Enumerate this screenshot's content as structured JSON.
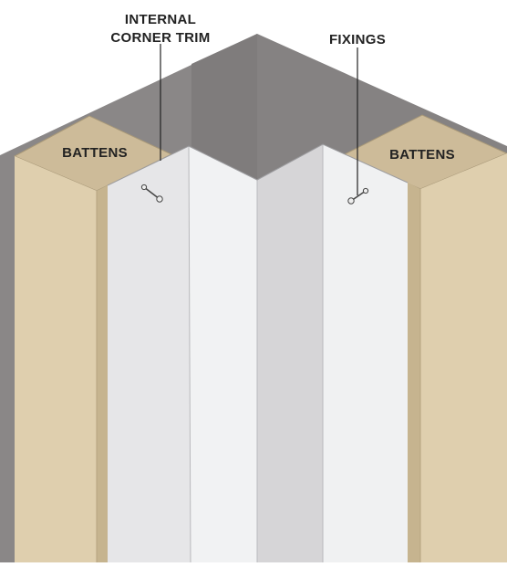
{
  "labels": {
    "internal_corner_trim_line1": "INTERNAL",
    "internal_corner_trim_line2": "CORNER TRIM",
    "fixings": "FIXINGS",
    "battens_left": "BATTENS",
    "battens_right": "BATTENS"
  },
  "colors": {
    "wall_dark": "#8a8787",
    "wall_shadow": "#7d7a7a",
    "batten_top": "#cdbb99",
    "batten_face": "#dfcfae",
    "batten_side": "#c6b48f",
    "trim_white": "#f0f1f2",
    "trim_grey": "#d8d7d9",
    "outline": "#555555",
    "text": "#222222"
  }
}
